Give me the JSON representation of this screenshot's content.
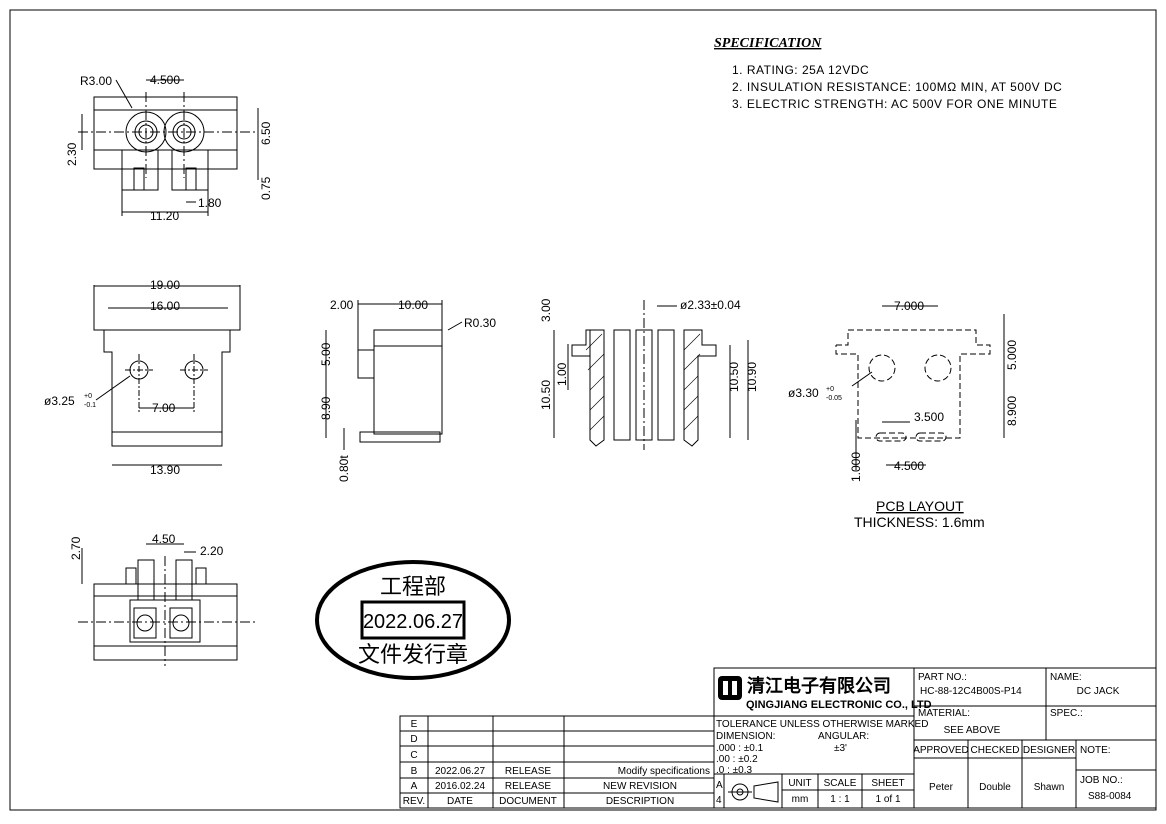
{
  "specification": {
    "title": "SPECIFICATION",
    "items": [
      "1. RATING: 25A 12VDC",
      "2. INSULATION RESISTANCE: 100MΩ MIN, AT 500V DC",
      "3. ELECTRIC STRENGTH: AC 500V FOR ONE MINUTE"
    ]
  },
  "top_view": {
    "r": "R3.00",
    "pitch": "4.500",
    "h_left": "2.30",
    "h_right": "6.50",
    "h_low": "0.75",
    "pin": "1.80",
    "width": "11.20"
  },
  "front_view": {
    "outer": "19.00",
    "inner": "16.00",
    "hole": "ø3.25",
    "hole_tol_up": "+0",
    "hole_tol_dn": "-0.1",
    "pitch": "7.00",
    "base": "13.90"
  },
  "side_view": {
    "a": "2.00",
    "b": "10.00",
    "r": "R0.30",
    "h1": "5.00",
    "h2": "8.90",
    "h3": "0.80t"
  },
  "section_view": {
    "top": "3.00",
    "dia": "ø2.33±0.04",
    "h_left": "10.50",
    "h_inner": "1.00",
    "h_r1": "10.50",
    "h_r2": "10.90"
  },
  "pcb_layout": {
    "pitch": "7.000",
    "h1": "5.000",
    "h2": "8.900",
    "hole": "ø3.30",
    "hole_tol_up": "+0",
    "hole_tol_dn": "-0.05",
    "slot": "3.500",
    "slot_pitch": "4.500",
    "slot_h": "1.000",
    "title": "PCB LAYOUT",
    "thickness": "THICKNESS: 1.6mm"
  },
  "bottom_view": {
    "h": "2.70",
    "pitch": "4.50",
    "w": "2.20"
  },
  "stamp": {
    "top": "工程部",
    "date": "2022.06.27",
    "bottom": "文件发行章"
  },
  "title_block": {
    "company_cn": "清江电子有限公司",
    "company_en": "QINGJIANG ELECTRONIC CO., LTD",
    "part_no_label": "PART NO.:",
    "part_no": "HC-88-12C4B00S-P14",
    "name_label": "NAME:",
    "name": "DC JACK",
    "material_label": "MATERIAL:",
    "material": "SEE ABOVE",
    "spec_label": "SPEC.:",
    "tolerance": "TOLERANCE UNLESS OTHERWISE MARKED",
    "dimension_label": "DIMENSION:",
    "angular_label": "ANGULAR:",
    "tol_rows": [
      ".000 : ±0.1",
      ".00  : ±0.2",
      ".0    : ±0.3"
    ],
    "angular": "±3'",
    "approved_label": "APPROVED",
    "checked_label": "CHECKED",
    "designer_label": "DESIGNER",
    "note_label": "NOTE:",
    "approved": "Peter",
    "checked": "Double",
    "designer": "Shawn",
    "unit_label": "UNIT",
    "unit": "mm",
    "scale_label": "SCALE",
    "scale": "1 : 1",
    "sheet_label": "SHEET",
    "sheet": "1 of 1",
    "job_label": "JOB NO.:",
    "job": "S88-0084",
    "size_a": "A",
    "size_4": "4"
  },
  "revisions": {
    "headers": [
      "REV.",
      "DATE",
      "DOCUMENT",
      "DESCRIPTION"
    ],
    "rows": [
      {
        "rev": "E",
        "date": "",
        "doc": "",
        "desc": ""
      },
      {
        "rev": "D",
        "date": "",
        "doc": "",
        "desc": ""
      },
      {
        "rev": "C",
        "date": "",
        "doc": "",
        "desc": ""
      },
      {
        "rev": "B",
        "date": "2022.06.27",
        "doc": "RELEASE",
        "desc": "Modify specifications"
      },
      {
        "rev": "A",
        "date": "2016.02.24",
        "doc": "RELEASE",
        "desc": "NEW REVISION"
      }
    ]
  }
}
